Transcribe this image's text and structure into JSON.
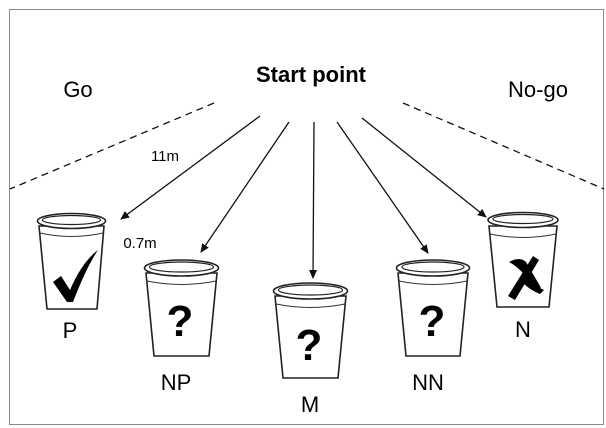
{
  "title": "Start point",
  "zones": {
    "left": "Go",
    "right": "No-go"
  },
  "measurements": {
    "distance": "11m",
    "spacing": "0.7m"
  },
  "cups": [
    {
      "label": "P",
      "mark": "check-icon"
    },
    {
      "label": "NP",
      "mark": "question-icon",
      "symbol": "?"
    },
    {
      "label": "M",
      "mark": "question-icon",
      "symbol": "?"
    },
    {
      "label": "NN",
      "mark": "question-icon",
      "symbol": "?"
    },
    {
      "label": "N",
      "mark": "cross-icon"
    }
  ]
}
